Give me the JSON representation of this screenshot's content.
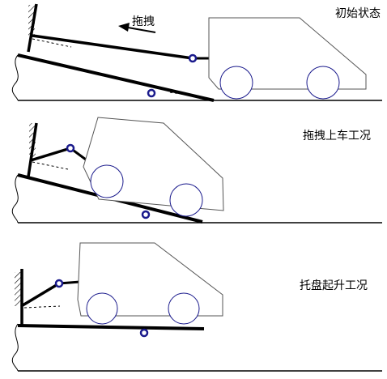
{
  "stages": [
    {
      "label": "初始状态"
    },
    {
      "label": "拖拽上车工况"
    },
    {
      "label": "托盘起升工况"
    }
  ],
  "pull_label": "拖拽",
  "colors": {
    "line": "#000000",
    "car": "#555555",
    "pivot": "#1a1a8c"
  }
}
